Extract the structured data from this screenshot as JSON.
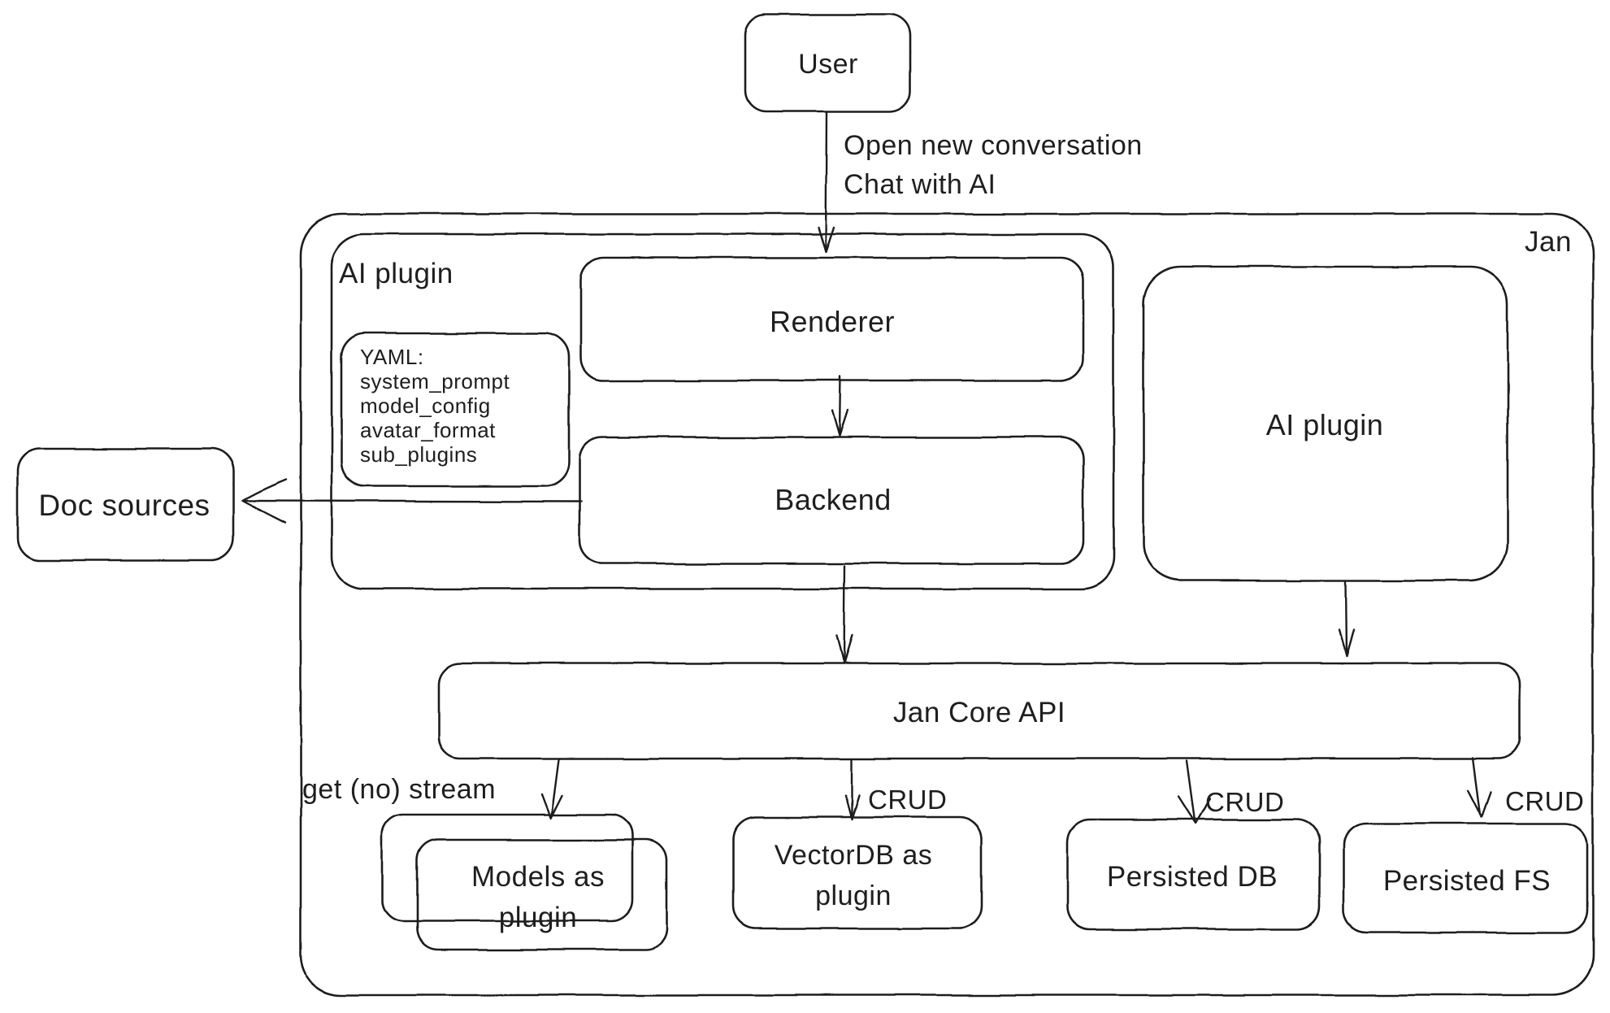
{
  "colors": {
    "stroke": "#1e1e1e",
    "background": "#ffffff"
  },
  "nodes": {
    "user": {
      "label": "User"
    },
    "jan_container": {
      "label": "Jan"
    },
    "ai_plugin_container": {
      "label": "AI plugin"
    },
    "renderer": {
      "label": "Renderer"
    },
    "backend": {
      "label": "Backend"
    },
    "yaml_note": {
      "lines": [
        "YAML:",
        "system_prompt",
        "model_config",
        "avatar_format",
        "sub_plugins"
      ]
    },
    "doc_sources": {
      "label": "Doc sources"
    },
    "ai_plugin_right": {
      "label": "AI plugin"
    },
    "jan_core_api": {
      "label": "Jan Core API"
    },
    "models_as_plugin": {
      "lines": [
        "Models as",
        "plugin"
      ]
    },
    "vectordb": {
      "lines": [
        "VectorDB as",
        "plugin"
      ]
    },
    "persisted_db": {
      "label": "Persisted DB"
    },
    "persisted_fs": {
      "label": "Persisted FS"
    }
  },
  "edges": {
    "user_to_renderer": {
      "lines": [
        "Open new conversation",
        "Chat with AI"
      ]
    },
    "api_to_models": {
      "label": "get (no) stream"
    },
    "api_to_vectordb": {
      "label": "CRUD"
    },
    "api_to_persisted_db": {
      "label": "CRUD"
    },
    "api_to_persisted_fs": {
      "label": "CRUD"
    }
  }
}
